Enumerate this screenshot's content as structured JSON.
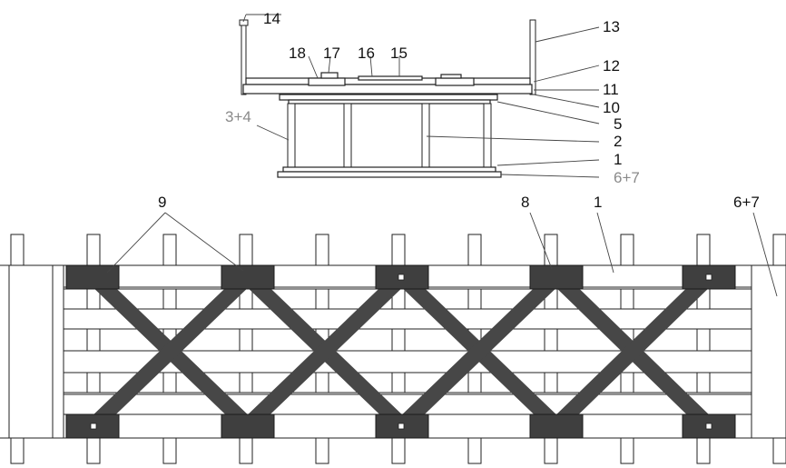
{
  "labels": {
    "n14": "14",
    "n13": "13",
    "n18": "18",
    "n17": "17",
    "n16": "16",
    "n15": "15",
    "n12": "12",
    "n11": "11",
    "n10": "10",
    "n5": "5",
    "n34": "3+4",
    "n2": "2",
    "n1": "1",
    "n67": "6+7",
    "p9": "9",
    "p8": "8",
    "p1": "1",
    "p67": "6+7"
  },
  "colors": {
    "brace": "#474747",
    "pad": "#3f3f3f",
    "grey_label": "#8a8a8a"
  }
}
